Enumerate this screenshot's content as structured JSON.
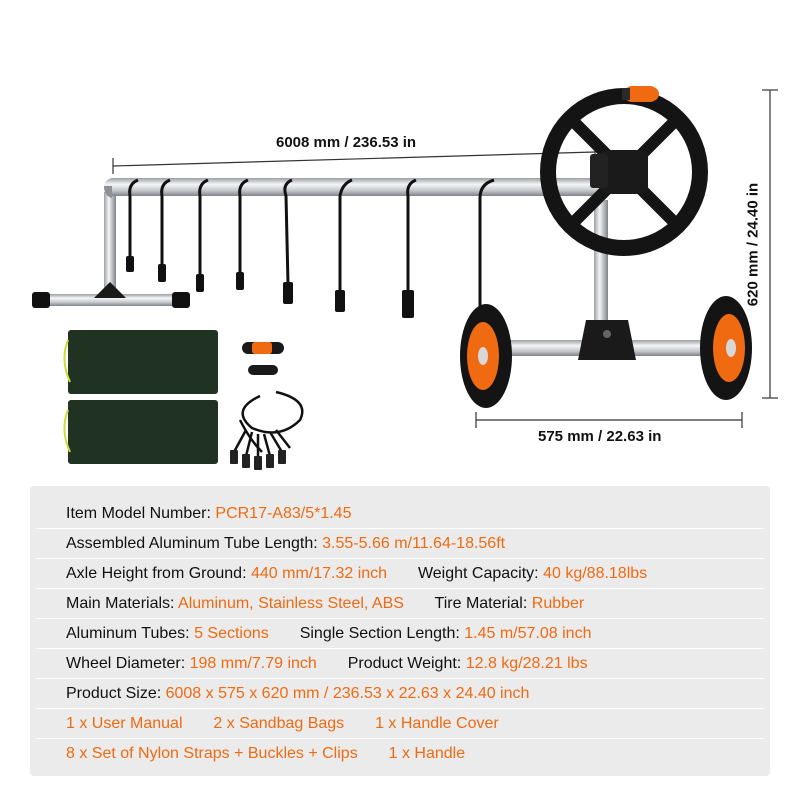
{
  "dimensions": {
    "length": "6008 mm / 236.53 in",
    "height": "620 mm / 24.40 in",
    "width": "575 mm / 22.63 in"
  },
  "colors": {
    "accent": "#f06a12",
    "panel": "#ebebeb",
    "tube": "#c9ccd0",
    "black": "#111111"
  },
  "specs": {
    "model": {
      "label": "Item Model Number:",
      "value": "PCR17-A83/5*1.45"
    },
    "tube_length": {
      "label": "Assembled Aluminum Tube Length:",
      "value": "3.55-5.66 m/11.64-18.56ft"
    },
    "axle_height": {
      "label": "Axle Height from Ground:",
      "value": "440 mm/17.32 inch"
    },
    "weight_capacity": {
      "label": "Weight Capacity:",
      "value": "40 kg/88.18lbs"
    },
    "materials": {
      "label": "Main Materials:",
      "value": "Aluminum, Stainless Steel, ABS"
    },
    "tire_material": {
      "label": "Tire Material:",
      "value": "Rubber"
    },
    "tubes": {
      "label": "Aluminum Tubes:",
      "value": "5 Sections"
    },
    "section_length": {
      "label": "Single Section Length:",
      "value": "1.45 m/57.08 inch"
    },
    "wheel_diameter": {
      "label": "Wheel Diameter:",
      "value": "198 mm/7.79 inch"
    },
    "product_weight": {
      "label": "Product Weight:",
      "value": "12.8 kg/28.21 lbs"
    },
    "product_size": {
      "label": "Product Size:",
      "value": "6008 x 575 x 620 mm / 236.53 x 22.63 x 24.40 inch"
    },
    "package_1": [
      "1 x User Manual",
      "2 x Sandbag Bags",
      "1 x Handle Cover"
    ],
    "package_2": [
      "8 x Set of Nylon Straps + Buckles + Clips",
      "1 x Handle"
    ]
  }
}
